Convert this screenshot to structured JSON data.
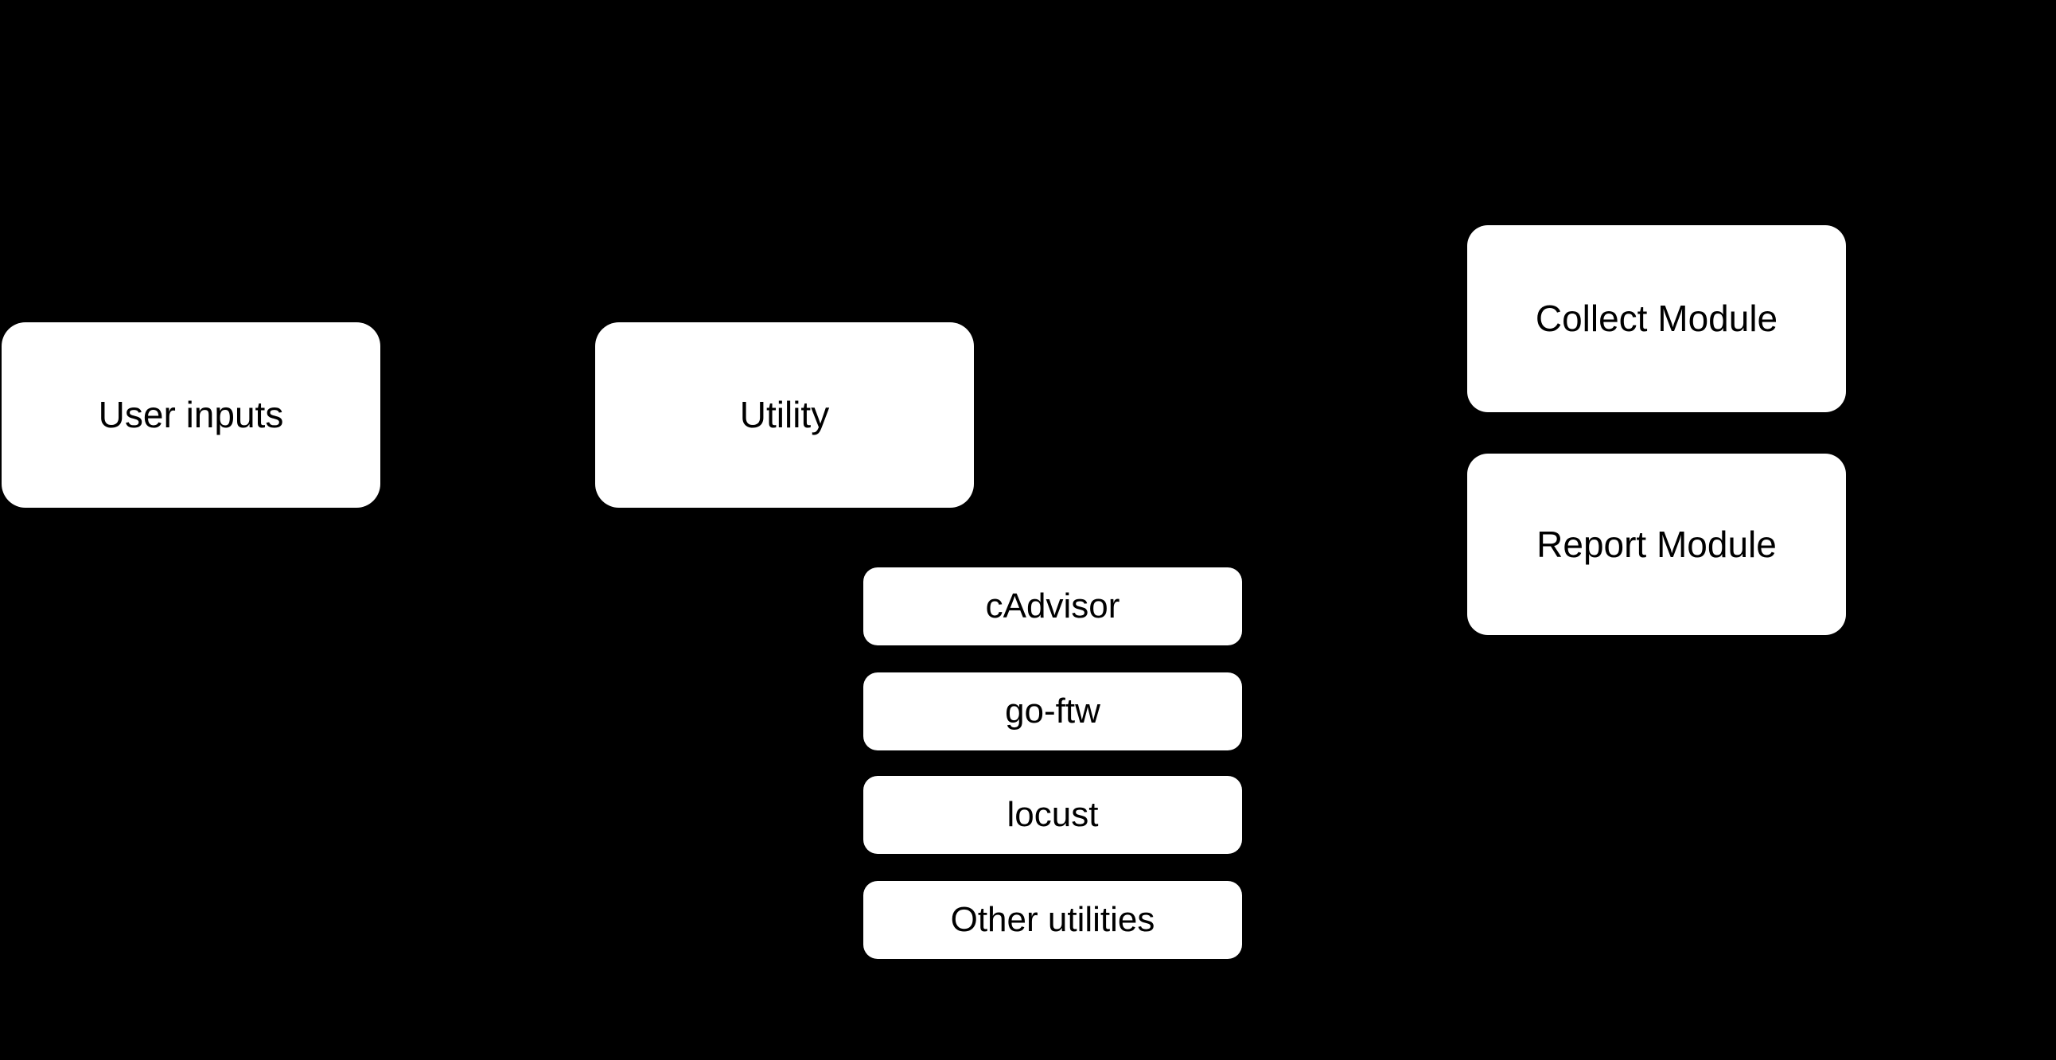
{
  "diagram": {
    "background_color": "#000000",
    "node_fill_color": "#ffffff",
    "node_text_color": "#000000",
    "nodes": {
      "user_inputs": {
        "label": "User inputs"
      },
      "utility": {
        "label": "Utility"
      },
      "collect_module": {
        "label": "Collect Module"
      },
      "report_module": {
        "label": "Report Module"
      },
      "cadvisor": {
        "label": "cAdvisor"
      },
      "go_ftw": {
        "label": "go-ftw"
      },
      "locust": {
        "label": "locust"
      },
      "other_utilities": {
        "label": "Other utilities"
      }
    }
  }
}
